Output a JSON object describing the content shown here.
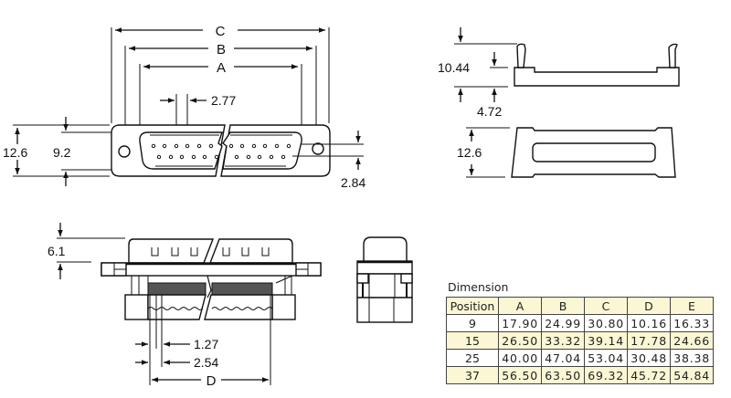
{
  "front_view": {
    "labels": {
      "c": "C",
      "b": "B",
      "a": "A"
    },
    "pin_pitch": "2.77",
    "overall_height": "12.6",
    "shell_height": "9.2",
    "mount_hole_offset": "2.84"
  },
  "cover_views": {
    "height_total": "10.44",
    "base_height": "4.72",
    "width": "12.6"
  },
  "side_view": {
    "shell_height": "6.1",
    "pitch_half": "1.27",
    "pitch_full": "2.54",
    "label_d": "D"
  },
  "dimension_table": {
    "title": "Dimension",
    "headers": [
      "Position",
      "A",
      "B",
      "C",
      "D",
      "E"
    ],
    "rows": [
      [
        "9",
        "17.90",
        "24.99",
        "30.80",
        "10.16",
        "16.33"
      ],
      [
        "15",
        "26.50",
        "33.32",
        "39.14",
        "17.78",
        "24.66"
      ],
      [
        "25",
        "40.00",
        "47.04",
        "53.04",
        "30.48",
        "38.38"
      ],
      [
        "37",
        "56.50",
        "63.50",
        "69.32",
        "45.72",
        "54.84"
      ]
    ],
    "highlight_color": "#fbf6d4"
  }
}
